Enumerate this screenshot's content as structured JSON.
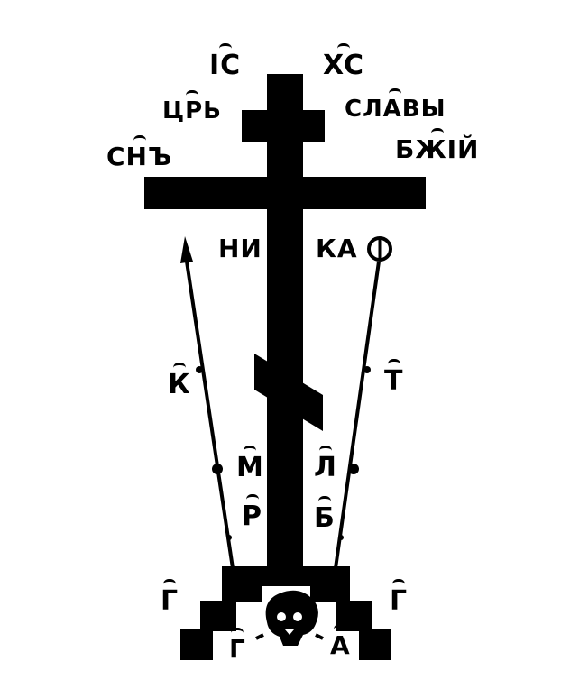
{
  "colors": {
    "ink": "#000000",
    "paper": "#ffffff"
  },
  "inscriptions": {
    "ic": "IC",
    "xc": "XC",
    "tsr": "ЦРЬ",
    "slavy": "СЛАВЫ",
    "sn": "СНЪ",
    "bzhiy": "БЖIЙ",
    "ni": "НИ",
    "ka": "КА",
    "k": "К",
    "t": "Т",
    "m": "М",
    "l": "Л",
    "r": "Р",
    "b": "Б",
    "g1": "Г",
    "g2": "Г",
    "g3": "Г",
    "a": "А"
  }
}
